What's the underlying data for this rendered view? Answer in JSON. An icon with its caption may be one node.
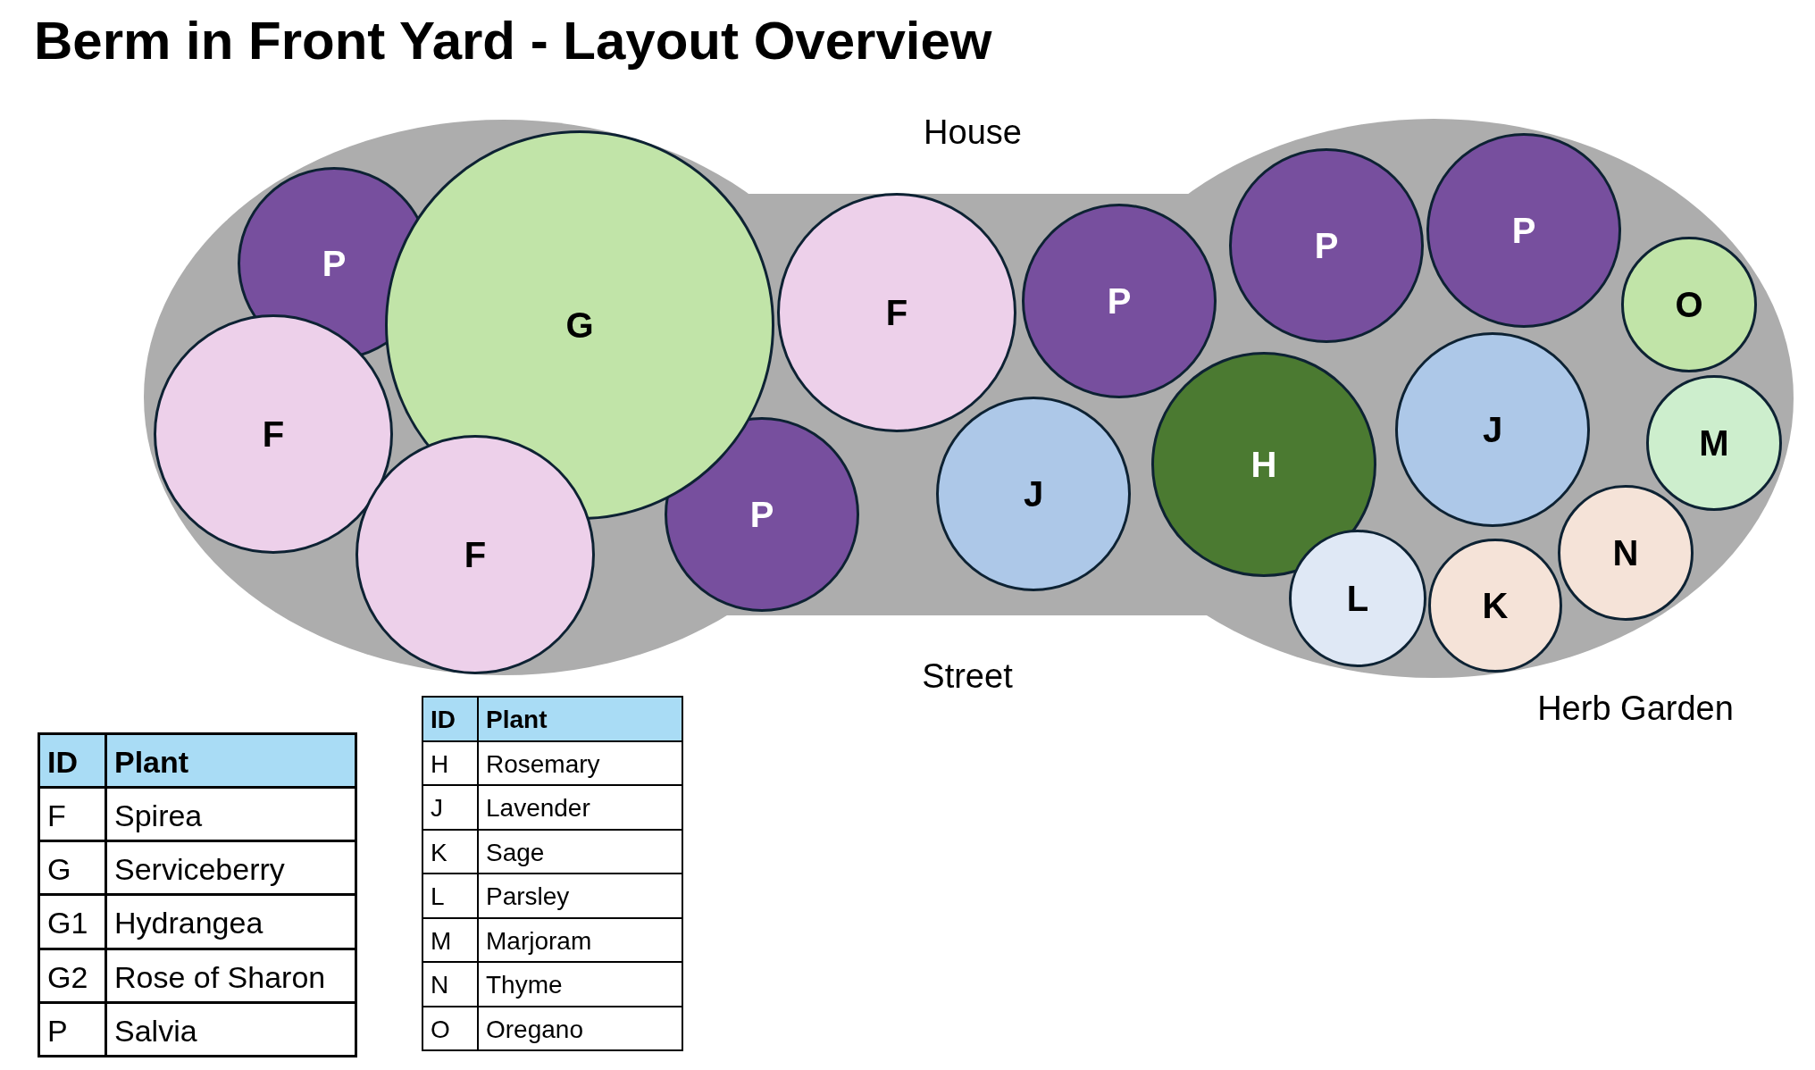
{
  "diagram": {
    "title": "Berm in Front Yard - Layout Overview",
    "nodes": [
      {
        "text": [
          "P"
        ]
      },
      {
        "text": [
          "G"
        ]
      },
      {
        "text": [
          "F"
        ]
      },
      {
        "text": [
          "F"
        ]
      },
      {
        "text": [
          "P"
        ]
      },
      {
        "text": [
          "F"
        ]
      },
      {
        "text": [
          "P"
        ]
      },
      {
        "text": [
          "J"
        ]
      },
      {
        "text": [
          "P"
        ]
      },
      {
        "text": [
          "P"
        ]
      },
      {
        "text": [
          "H"
        ]
      },
      {
        "text": [
          "J"
        ]
      },
      {
        "text": [
          "O"
        ]
      },
      {
        "text": [
          "M"
        ]
      },
      {
        "text": [
          "L"
        ]
      },
      {
        "text": [
          "K"
        ]
      },
      {
        "text": [
          "N"
        ]
      }
    ],
    "labels": [
      "House",
      "Street",
      "Herb Garden",
      "ID",
      "Plant",
      "F",
      "Spirea",
      "G",
      "Serviceberry",
      "G1",
      "Hydrangea",
      "G2",
      "Rose of Sharon",
      "P",
      "Salvia",
      "ID",
      "Plant",
      "H",
      "Rosemary",
      "J",
      "Lavender",
      "K",
      "Sage",
      "L",
      "Parsley",
      "M",
      "Marjoram",
      "N",
      "Thyme",
      "O",
      "Oregano"
    ]
  }
}
